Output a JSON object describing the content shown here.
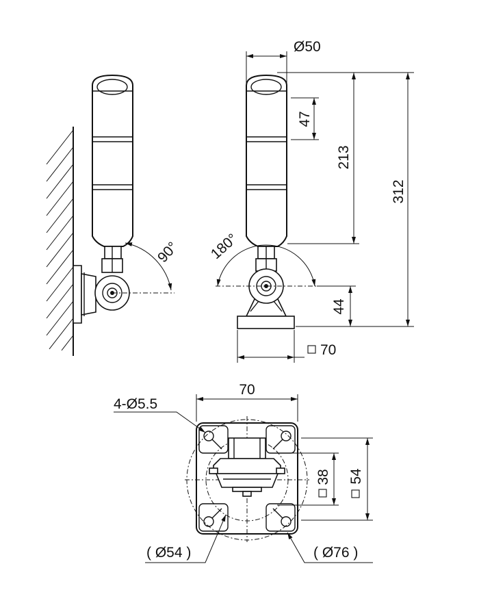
{
  "dimensions": {
    "dia_50": "Ø50",
    "h_47": "47",
    "h_213": "213",
    "h_312": "312",
    "h_44": "44",
    "sq_70": "70",
    "angle_90": "90°",
    "angle_180": "180°",
    "width_70": "70",
    "holes": "4-Ø5.5",
    "sq_38": "38",
    "sq_54": "54",
    "dia_54": "( Ø54 )",
    "dia_76": "( Ø76 )"
  },
  "colors": {
    "line": "#111111",
    "background": "#ffffff"
  }
}
